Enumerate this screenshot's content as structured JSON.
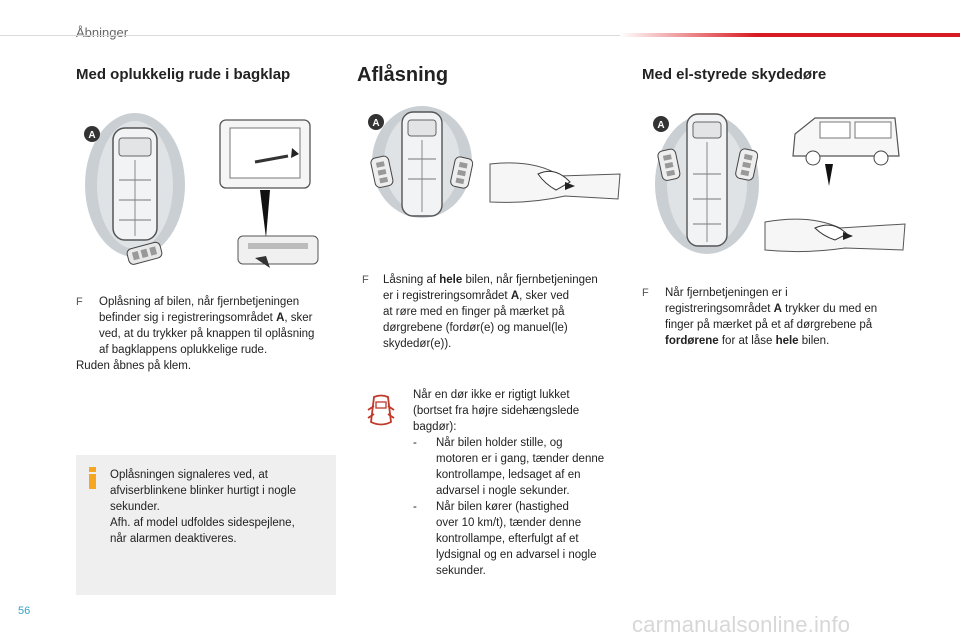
{
  "header": {
    "chapter": "Åbninger"
  },
  "left": {
    "title": "Med oplukkelig rude i bagklap",
    "bullet_symbol": "F",
    "item1": [
      "Oplåsning af bilen, når fjernbetjeningen",
      "befinder sig i registreringsområdet ",
      "A",
      ", sker",
      "ved, at du trykker på knappen til oplåsning",
      "af bagklappens oplukkelige rude."
    ],
    "after": "Ruden åbnes på klem.",
    "note": [
      "Oplåsningen signaleres ved, at",
      "afviserblinkene blinker hurtigt i nogle",
      "sekunder.",
      "Afh. af model udfoldes sidespejlene,",
      "når alarmen deaktiveres."
    ]
  },
  "middle": {
    "title": "Aflåsning",
    "bullet_symbol": "F",
    "item1": {
      "l1a": "Låsning af ",
      "l1b": "hele",
      "l1c": " bilen, når fjernbetjeningen",
      "l2a": "er i registreringsområdet ",
      "l2b": "A",
      "l2c": ", sker ved",
      "l3": "at røre med en finger på mærket på",
      "l4": "dørgrebene (fordør(e) og manuel(le)",
      "l5": "skydedør(e))."
    },
    "warning": {
      "l1": "Når en dør ikke er rigtigt lukket",
      "l2": "(bortset fra højre sidehængslede",
      "l3": "bagdør):",
      "dash": "-",
      "d1": [
        "Når bilen holder stille, og",
        "motoren er i gang, tænder denne",
        "kontrollampe, ledsaget af en",
        "advarsel i nogle sekunder."
      ],
      "d2": [
        "Når bilen kører (hastighed",
        "over 10 km/t), tænder denne",
        "kontrollampe, efterfulgt af et",
        "lydsignal og en advarsel i nogle",
        "sekunder."
      ]
    }
  },
  "right": {
    "title": "Med el-styrede skydedøre",
    "bullet_symbol": "F",
    "item1": {
      "l1": "Når fjernbetjeningen er i",
      "l2a": "registreringsområdet ",
      "l2b": "A",
      "l2c": " trykker du med en",
      "l3": "finger på mærket på et af dørgrebene på",
      "l4a": "fordørene",
      "l4b": " for at låse ",
      "l4c": "hele",
      "l4d": " bilen."
    }
  },
  "figure_marker": "A",
  "footer": {
    "page": "56",
    "watermark": "carmanualsonline.info"
  }
}
